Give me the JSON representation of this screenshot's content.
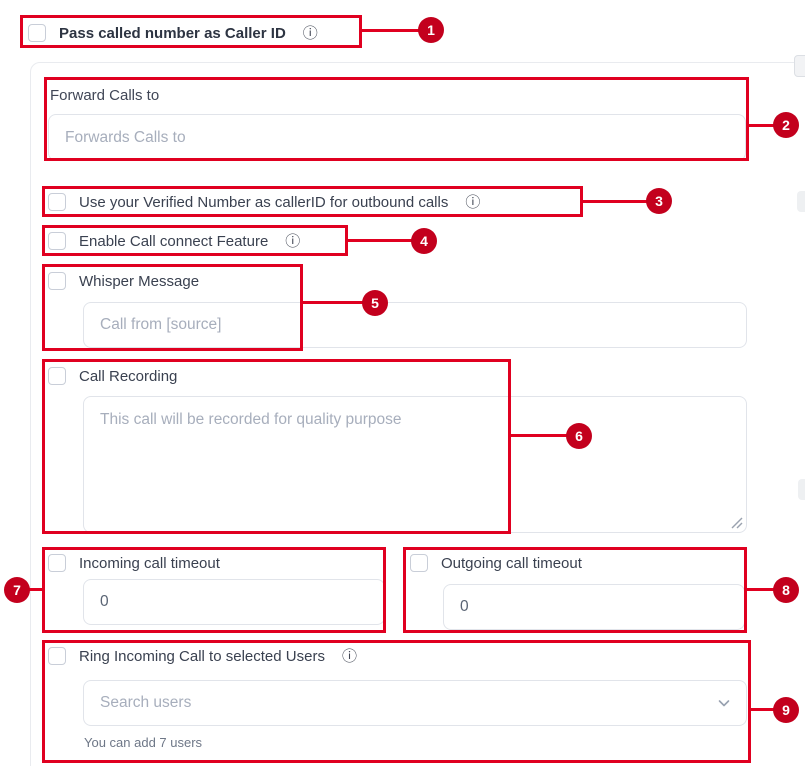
{
  "icons": {
    "info": "ⓘ"
  },
  "form": {
    "pass_caller_id": {
      "label": "Pass called number as Caller ID"
    },
    "forward_calls": {
      "label": "Forward Calls to",
      "placeholder": "Forwards Calls to"
    },
    "verified_number": {
      "label": "Use your Verified Number as callerID for outbound calls"
    },
    "call_connect": {
      "label": "Enable Call connect Feature"
    },
    "whisper_message": {
      "label": "Whisper Message",
      "placeholder": "Call from [source]"
    },
    "call_recording": {
      "label": "Call Recording",
      "placeholder": "This call will be recorded for quality purpose"
    },
    "incoming_timeout": {
      "label": "Incoming call timeout",
      "value": "0"
    },
    "outgoing_timeout": {
      "label": "Outgoing call timeout",
      "value": "0"
    },
    "ring_users": {
      "label": "Ring Incoming Call to selected Users",
      "placeholder": "Search users",
      "helper": "You can add 7 users"
    }
  },
  "annotations": {
    "badges": [
      "1",
      "2",
      "3",
      "4",
      "5",
      "6",
      "7",
      "8",
      "9"
    ]
  }
}
